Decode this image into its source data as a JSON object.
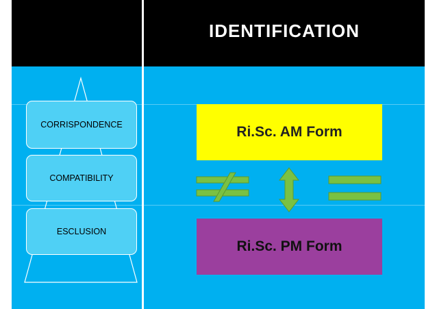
{
  "header": {
    "title": "IDENTIFICATION"
  },
  "pyramid": {
    "levels": [
      {
        "label": "CORRISPONDENCE"
      },
      {
        "label": "COMPATIBILITY"
      },
      {
        "label": "ESCLUSION"
      }
    ]
  },
  "forms": {
    "am_label": "Ri.Sc. AM Form",
    "pm_label": "Ri.Sc. PM Form"
  },
  "colors": {
    "header_bg": "#000000",
    "main_bg": "#00b0f0",
    "am_box": "#ffff00",
    "pm_box": "#9b3f9e",
    "symbol_green": "#7ac143"
  },
  "icons": [
    "not-equal-icon",
    "double-arrow-icon",
    "equal-icon"
  ]
}
